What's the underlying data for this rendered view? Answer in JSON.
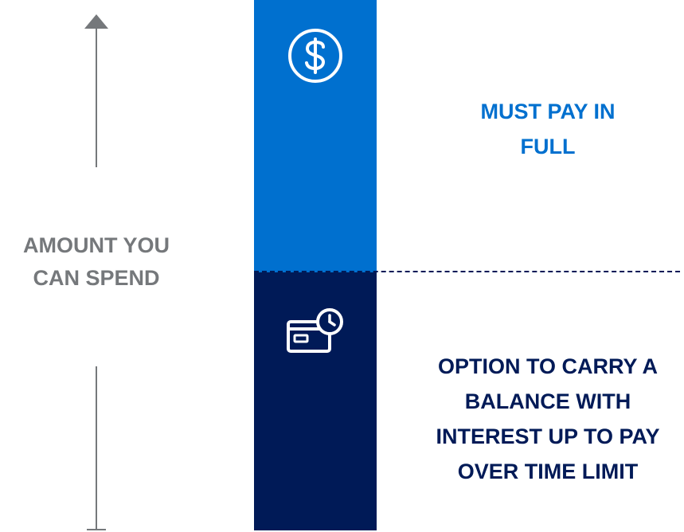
{
  "axis": {
    "label_lines": [
      "AMOUNT YOU",
      "CAN SPEND"
    ]
  },
  "segments": {
    "top": {
      "icon": "dollar-circle-icon",
      "color": "#0070cf",
      "label_lines": [
        "MUST PAY IN",
        "FULL"
      ]
    },
    "bottom": {
      "icon": "credit-card-clock-icon",
      "color": "#001a57",
      "label_lines": [
        "OPTION TO CARRY A",
        "BALANCE WITH",
        "INTEREST UP TO PAY",
        "OVER TIME LIMIT"
      ]
    }
  },
  "colors": {
    "axis": "#75787b",
    "divider": "#001a57"
  }
}
